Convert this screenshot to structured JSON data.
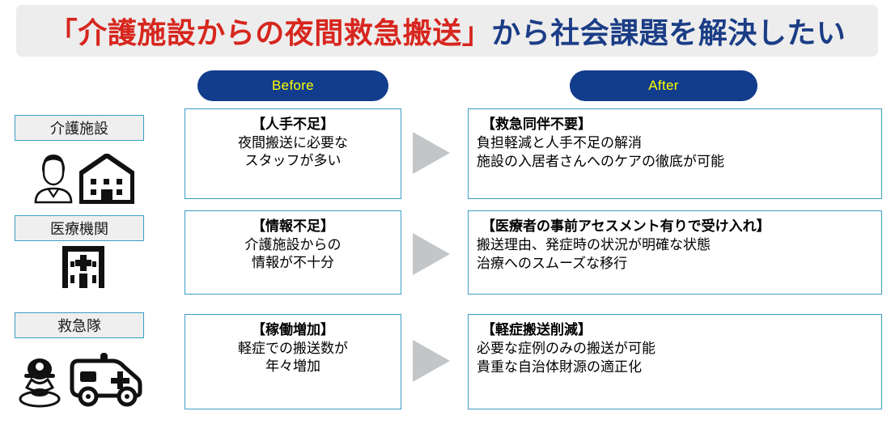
{
  "title": {
    "accent_text": "「介護施設からの夜間救急搬送」",
    "main_text": "から社会課題を解決したい",
    "accent_color": "#d7261e",
    "main_color": "#1b3d86",
    "band_color": "#ededed"
  },
  "columns": {
    "before_label": "Before",
    "after_label": "After",
    "pill_color": "#123c8c",
    "pill_text_color": "#ffff00"
  },
  "rows": [
    {
      "role": "介護施設",
      "icons": [
        "caregiver-person-icon",
        "care-facility-building-icon"
      ],
      "before": {
        "heading": "【人手不足】",
        "lines": [
          "夜間搬送に必要な",
          "スタッフが多い"
        ]
      },
      "after": {
        "heading": "【救急同伴不要】",
        "lines": [
          "負担軽減と人手不足の解消",
          "施設の入居者さんへのケアの徹底が可能"
        ]
      }
    },
    {
      "role": "医療機関",
      "icons": [
        "hospital-building-icon"
      ],
      "before": {
        "heading": "【情報不足】",
        "lines": [
          "介護施設からの",
          "情報が不十分"
        ]
      },
      "after": {
        "heading": "【医療者の事前アセスメント有りで受け入れ】",
        "lines": [
          "搬送理由、発症時の状況が明確な状態",
          "治療へのスムーズな移行"
        ]
      }
    },
    {
      "role": "救急隊",
      "icons": [
        "paramedic-person-icon",
        "ambulance-icon"
      ],
      "before": {
        "heading": "【稼働増加】",
        "lines": [
          "軽症での搬送数が",
          "年々増加"
        ]
      },
      "after": {
        "heading": "【軽症搬送削減】",
        "lines": [
          "必要な症例のみの搬送が可能",
          "貴重な自治体財源の適正化"
        ]
      }
    }
  ],
  "theme": {
    "card_border_color": "#3a9ec4",
    "arrow_color": "#c3c6c8",
    "role_label_bg": "#efefef"
  }
}
